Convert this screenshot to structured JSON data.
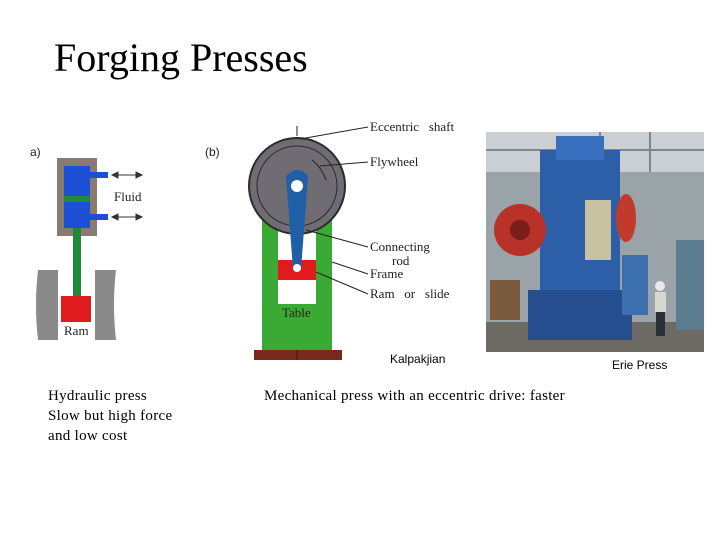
{
  "slide": {
    "title": "Forging Presses"
  },
  "diagram_a": {
    "panel_label": "a)",
    "fluid_label": "Fluid",
    "ram_label": "Ram",
    "colors": {
      "cylinder": "#8a7a72",
      "fluid": "#1a4fd6",
      "piston_rod": "#1e8a3a",
      "ram": "#e01b1b",
      "die": "#8a8a8a"
    }
  },
  "diagram_b": {
    "panel_label": "(b)",
    "labels": {
      "eccentric_shaft": "Eccentric   shaft",
      "flywheel": "Flywheel",
      "connecting_rod_line1": "Connecting",
      "connecting_rod_line2": "rod",
      "frame": "Frame",
      "ram_or_slide": "Ram   or   slide",
      "table": "Table"
    },
    "credit": "Kalpakjian",
    "colors": {
      "flywheel": "#6f6c74",
      "frame": "#3aaa35",
      "rod": "#1f5fa8",
      "slide": "#e01b1b",
      "base": "#7a2a1a"
    }
  },
  "photo": {
    "credit": "Erie Press"
  },
  "captions": {
    "hydraulic": [
      "Hydraulic press",
      "Slow but high force",
      "and low cost"
    ],
    "mechanical": "Mechanical press with an eccentric drive: faster"
  }
}
